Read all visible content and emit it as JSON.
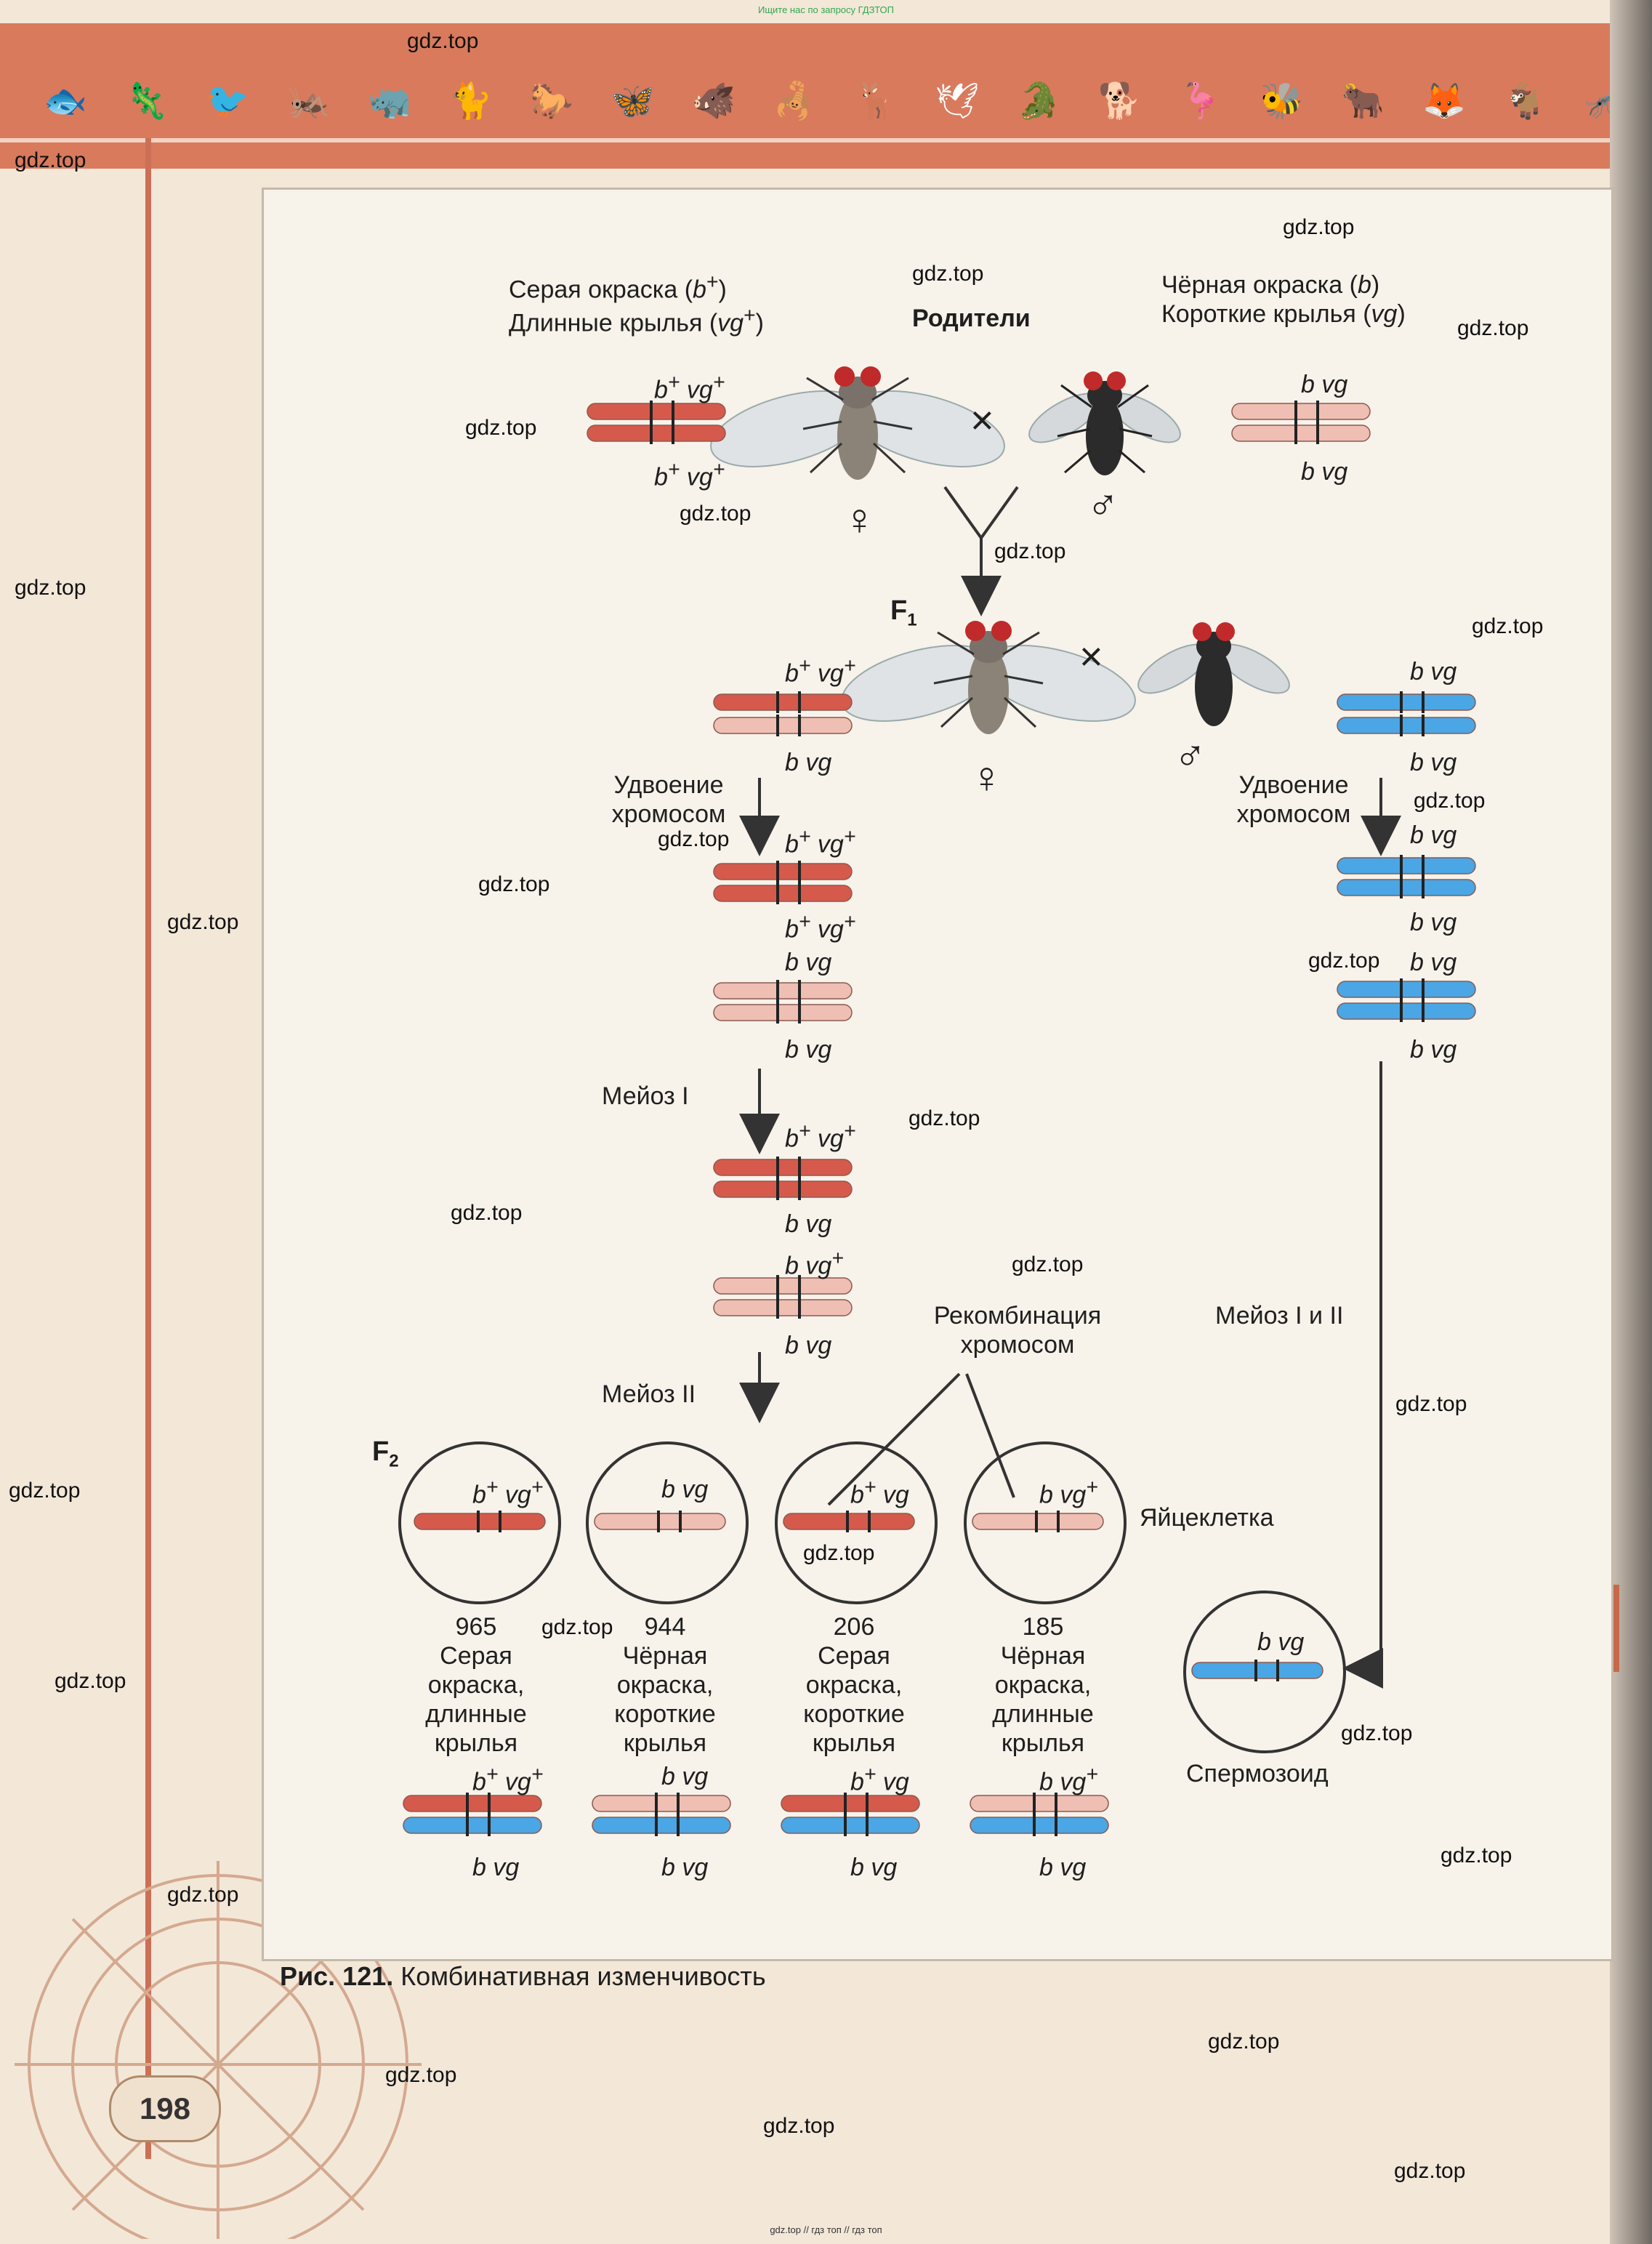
{
  "header": {
    "search_note": "Ищите нас по запросу ГДЗТОП",
    "bottom_note": "gdz.top // гдз топ // гдз топ"
  },
  "page": {
    "number": "198"
  },
  "figure": {
    "parents_label": "Родители",
    "left_parent": {
      "line1_pre": "Серая окраска (",
      "line1_gene": "b",
      "line1_sup": "+",
      "line1_post": ")",
      "line2_pre": "Длинные крылья (",
      "line2_gene": "vg",
      "line2_sup": "+",
      "line2_post": ")"
    },
    "right_parent": {
      "line1_pre": "Чёрная окраска (",
      "line1_gene": "b",
      "line1_post": ")",
      "line2_pre": "Короткие крылья (",
      "line2_gene": "vg",
      "line2_post": ")"
    },
    "f1_label": "F",
    "f1_sub": "1",
    "f2_label": "F",
    "f2_sub": "2",
    "steps": {
      "duplication_left": "Удвоение хромосом",
      "duplication_right": "Удвоение хромосом",
      "meiosis1": "Мейоз I",
      "recombination": "Рекомбинация хромосом",
      "meiosis2": "Мейоз II",
      "meiosis12": "Мейоз I и II",
      "egg": "Яйцеклетка",
      "sperm": "Спермозоид"
    },
    "offspring": [
      {
        "count": "965",
        "desc": "Серая окраска, длинные крылья"
      },
      {
        "count": "944",
        "desc": "Чёрная окраска, короткие крылья"
      },
      {
        "count": "206",
        "desc": "Серая окраска, короткие крылья"
      },
      {
        "count": "185",
        "desc": "Чёрная окраска, длинные крылья"
      }
    ],
    "symbols": {
      "cross": "×",
      "female": "♀",
      "male": "♂"
    }
  },
  "caption": {
    "number": "Рис. 121.",
    "text": "Комбинативная изменчивость"
  },
  "watermark": "gdz.top",
  "colors": {
    "dominant": "#d65a4c",
    "recessive": "#efbfb4",
    "male_chrom": "#4aa6e4",
    "frame": "#c6b9a8",
    "accent": "#d97a5d"
  }
}
